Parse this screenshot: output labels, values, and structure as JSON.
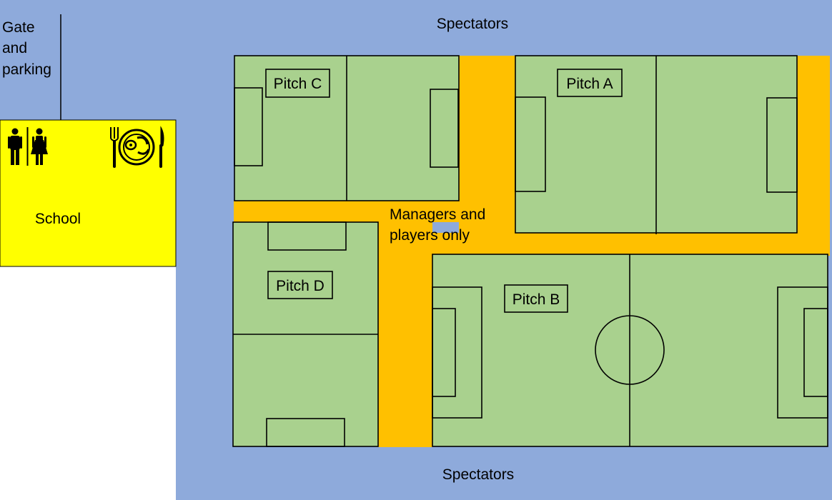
{
  "labels": {
    "spectators_top": "Spectators",
    "spectators_bottom": "Spectators",
    "gate_line1": "Gate",
    "gate_line2": "and",
    "gate_line3": "parking",
    "school": "School",
    "managers_line1": "Managers and",
    "managers_line2": "players only"
  },
  "pitches": {
    "a": "Pitch A",
    "b": "Pitch B",
    "c": "Pitch C",
    "d": "Pitch D"
  },
  "icons": {
    "toilets": "toilets-icon",
    "food": "food-icon"
  },
  "colors": {
    "spectator_area": "#8eaadb",
    "pitch": "#a9d18e",
    "restricted_path": "#ffc000",
    "school": "#ffff00",
    "outside": "#ffffff"
  }
}
